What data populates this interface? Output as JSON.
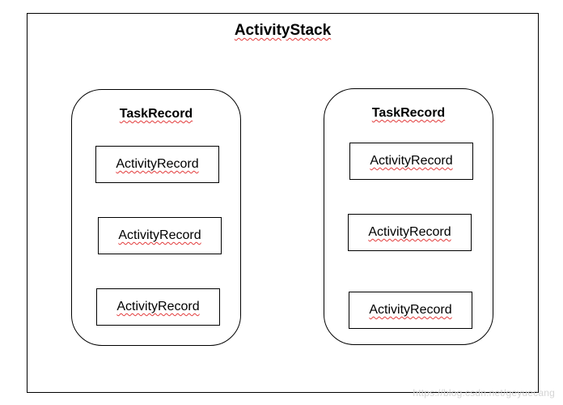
{
  "activity_stack": {
    "title": "ActivityStack"
  },
  "tasks": [
    {
      "title": "TaskRecord",
      "records": [
        "ActivityRecord",
        "ActivityRecord",
        "ActivityRecord"
      ]
    },
    {
      "title": "TaskRecord",
      "records": [
        "ActivityRecord",
        "ActivityRecord",
        "ActivityRecord"
      ]
    }
  ],
  "watermark": "https://blog.csdn.net/geyuecang"
}
